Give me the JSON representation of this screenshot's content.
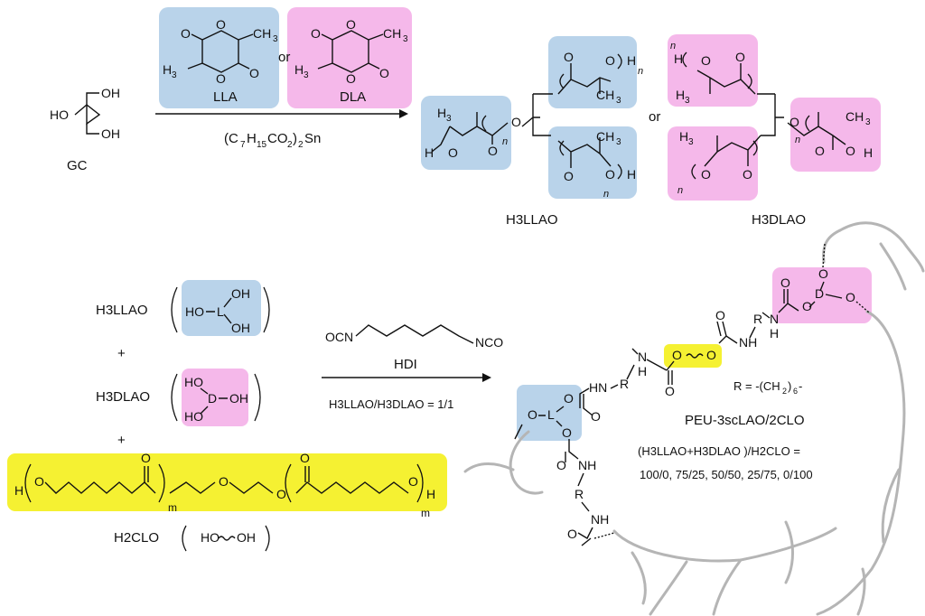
{
  "colors": {
    "blue": "#b9d3ea",
    "pink": "#f5b8ea",
    "yellow": "#f5f132"
  },
  "top": {
    "gc": {
      "ho_1": "OH",
      "ho_2": "HO",
      "ho_3": "OH",
      "label": "GC"
    },
    "monomers": {
      "lla_label": "LLA",
      "dla_label": "DLA",
      "or": "or",
      "ch3": "CH",
      "sub3": "3",
      "h3c": "H",
      "o": "O"
    },
    "catalyst": {
      "prefix": "(C",
      "s7": "7",
      "h": "H",
      "s15": "15",
      "co": "CO",
      "s2a": "2",
      "close": ")",
      "s2b": "2",
      "sn": "Sn"
    },
    "products": {
      "h3llao_label": "H3LLAO",
      "h3dlao_label": "H3DLAO",
      "or": "or",
      "h": "H",
      "n": "n",
      "o": "O"
    }
  },
  "bottom": {
    "h3llao": "H3LLAO",
    "h3dlao": "H3DLAO",
    "plus1": "+",
    "plus2": "+",
    "l_ho": "HO",
    "l_oh1": "OH",
    "l_oh2": "OH",
    "l_letter": "L",
    "d_ho1": "HO",
    "d_oh": "OH",
    "d_ho2": "HO",
    "d_letter": "D",
    "h2clo": {
      "h_left": "H",
      "o": "O",
      "m1": "m",
      "m2": "m",
      "h_right": "H",
      "label": "H2CLO",
      "schematic_ho": "HO",
      "schematic_oh": "OH"
    },
    "hdi": {
      "ocn": "OCN",
      "nco": "NCO",
      "label": "HDI",
      "ratio": "H3LLAO/H3DLAO = 1/1"
    }
  },
  "product": {
    "r_def": "R = -(CH",
    "r_sub": "2",
    "r_end": ")",
    "r_sub6": "6",
    "r_dash": "-",
    "name": "PEU-3scLAO/2CLO",
    "ratio_line1": "(H3LLAO+H3DLAO )/H2CLO =",
    "ratio_line2": "100/0, 75/25, 50/50, 25/75, 0/100",
    "o": "O",
    "nh": "NH",
    "hn": "HN",
    "n": "N",
    "h": "H",
    "r": "R",
    "l": "L",
    "d": "D"
  }
}
